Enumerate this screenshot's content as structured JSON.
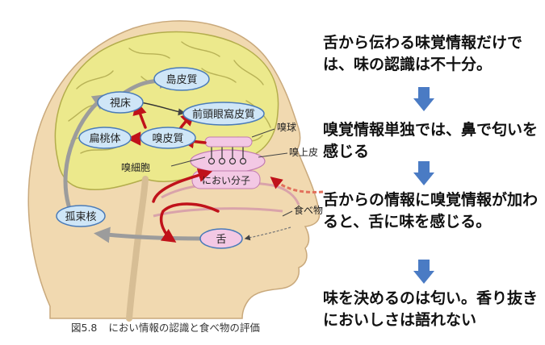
{
  "diagram": {
    "labels": {
      "insula": "島皮質",
      "thalamus": "視床",
      "orbitofrontal": "前頭眼窩皮質",
      "amygdala": "扁桃体",
      "olfactory_cortex": "嗅皮質",
      "olfactory_bulb": "嗅球",
      "olfactory_epithelium": "嗅上皮",
      "olfactory_cell": "嗅細胞",
      "odor_molecule": "におい分子",
      "solitary_nucleus": "孤束核",
      "tongue": "舌",
      "food": "食べ物"
    },
    "colors": {
      "brain": "#ece98c",
      "head": "#f1d9b0",
      "node_fill": "#cfe6f7",
      "node_stroke": "#4a7bb8",
      "pink_fill": "#f3c8e4",
      "red_arrow": "#c0121a",
      "gray_arrow": "#9c9c9c",
      "blue_arrow": "#4a7bc4"
    }
  },
  "caption": {
    "figure": "図5.8",
    "text": "におい情報の認識と食べ物の評価"
  },
  "statements": [
    "舌から伝わる味覚情報だけでは、味の認識は不十分。",
    "嗅覚情報単独では、鼻で匂いを感じる",
    "舌からの情報に嗅覚情報が加わると、舌に味を感じる。",
    "味を決めるのは匂い。香り抜きにおいしさは語れない"
  ]
}
